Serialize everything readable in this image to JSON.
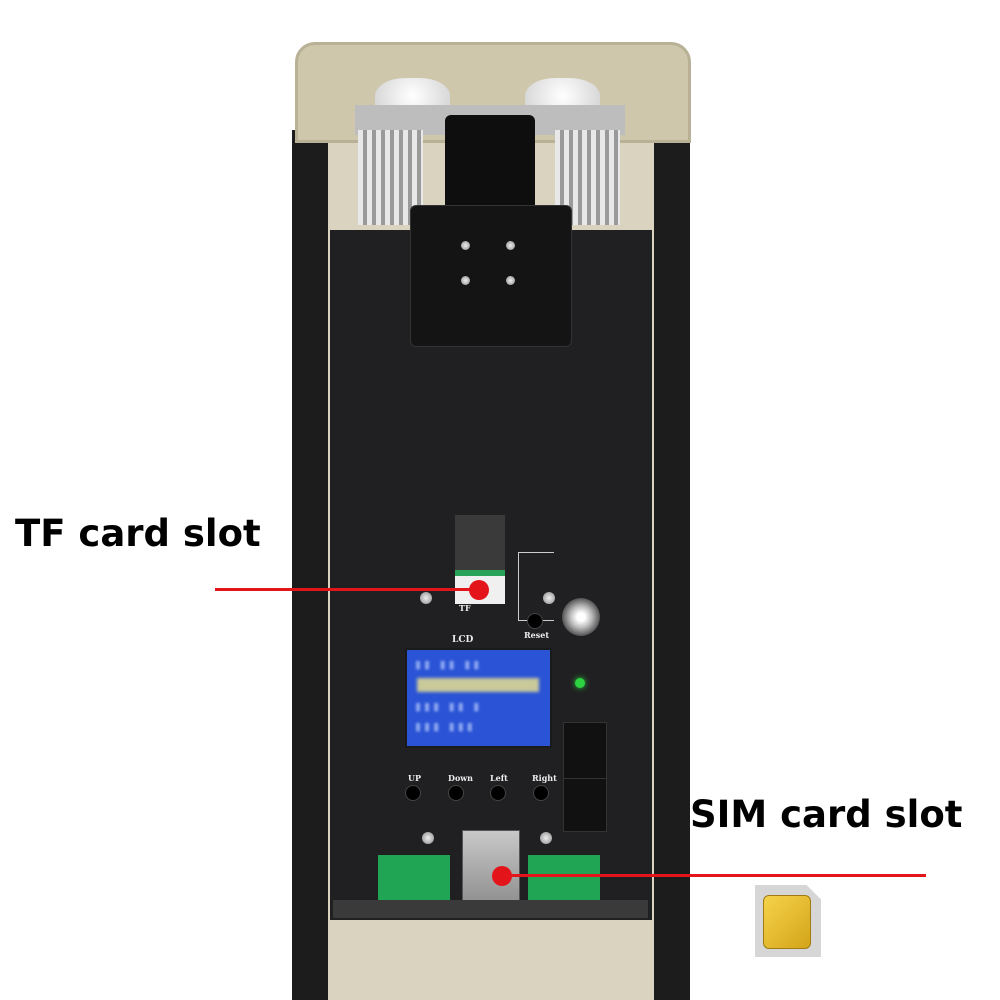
{
  "annotations": {
    "tf_label": "TF card slot",
    "sim_label": "SIM card slot",
    "line_color": "#e3151b"
  },
  "pcb": {
    "tf": "TF",
    "reset": "Reset",
    "lcd": "LCD",
    "buttons": [
      "UP",
      "Down",
      "Left",
      "Right"
    ]
  },
  "icons": {
    "sim": "sim-card-icon"
  }
}
